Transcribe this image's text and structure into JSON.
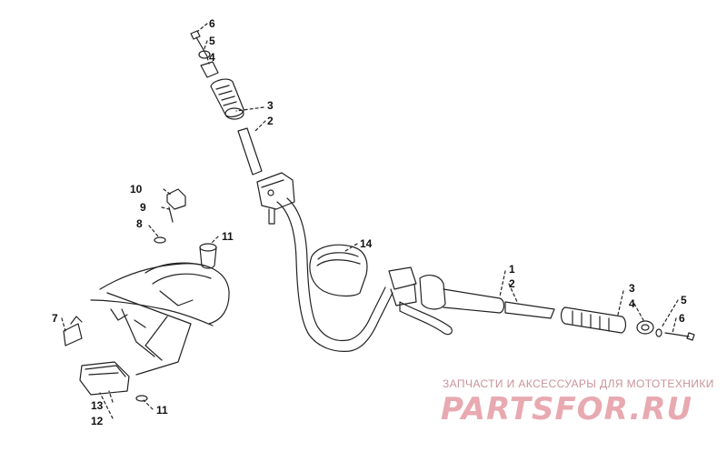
{
  "callouts": {
    "top_6": "6",
    "top_5": "5",
    "top_4": "4",
    "top_3": "3",
    "top_2": "2",
    "c10": "10",
    "c9": "9",
    "c8": "8",
    "c11a": "11",
    "c14": "14",
    "c1": "1",
    "c2": "2",
    "r3": "3",
    "r4": "4",
    "r5": "5",
    "r6": "6",
    "c7": "7",
    "c13": "13",
    "c12": "12",
    "c11b": "11"
  },
  "watermark": {
    "tagline": "ЗАПЧАСТИ И АКСЕССУАРЫ ДЛЯ МОТОТЕХНИКИ",
    "logo": "PARTSFOR.RU"
  },
  "colors": {
    "line": "#222222",
    "watermark": "#e8a9b0"
  }
}
